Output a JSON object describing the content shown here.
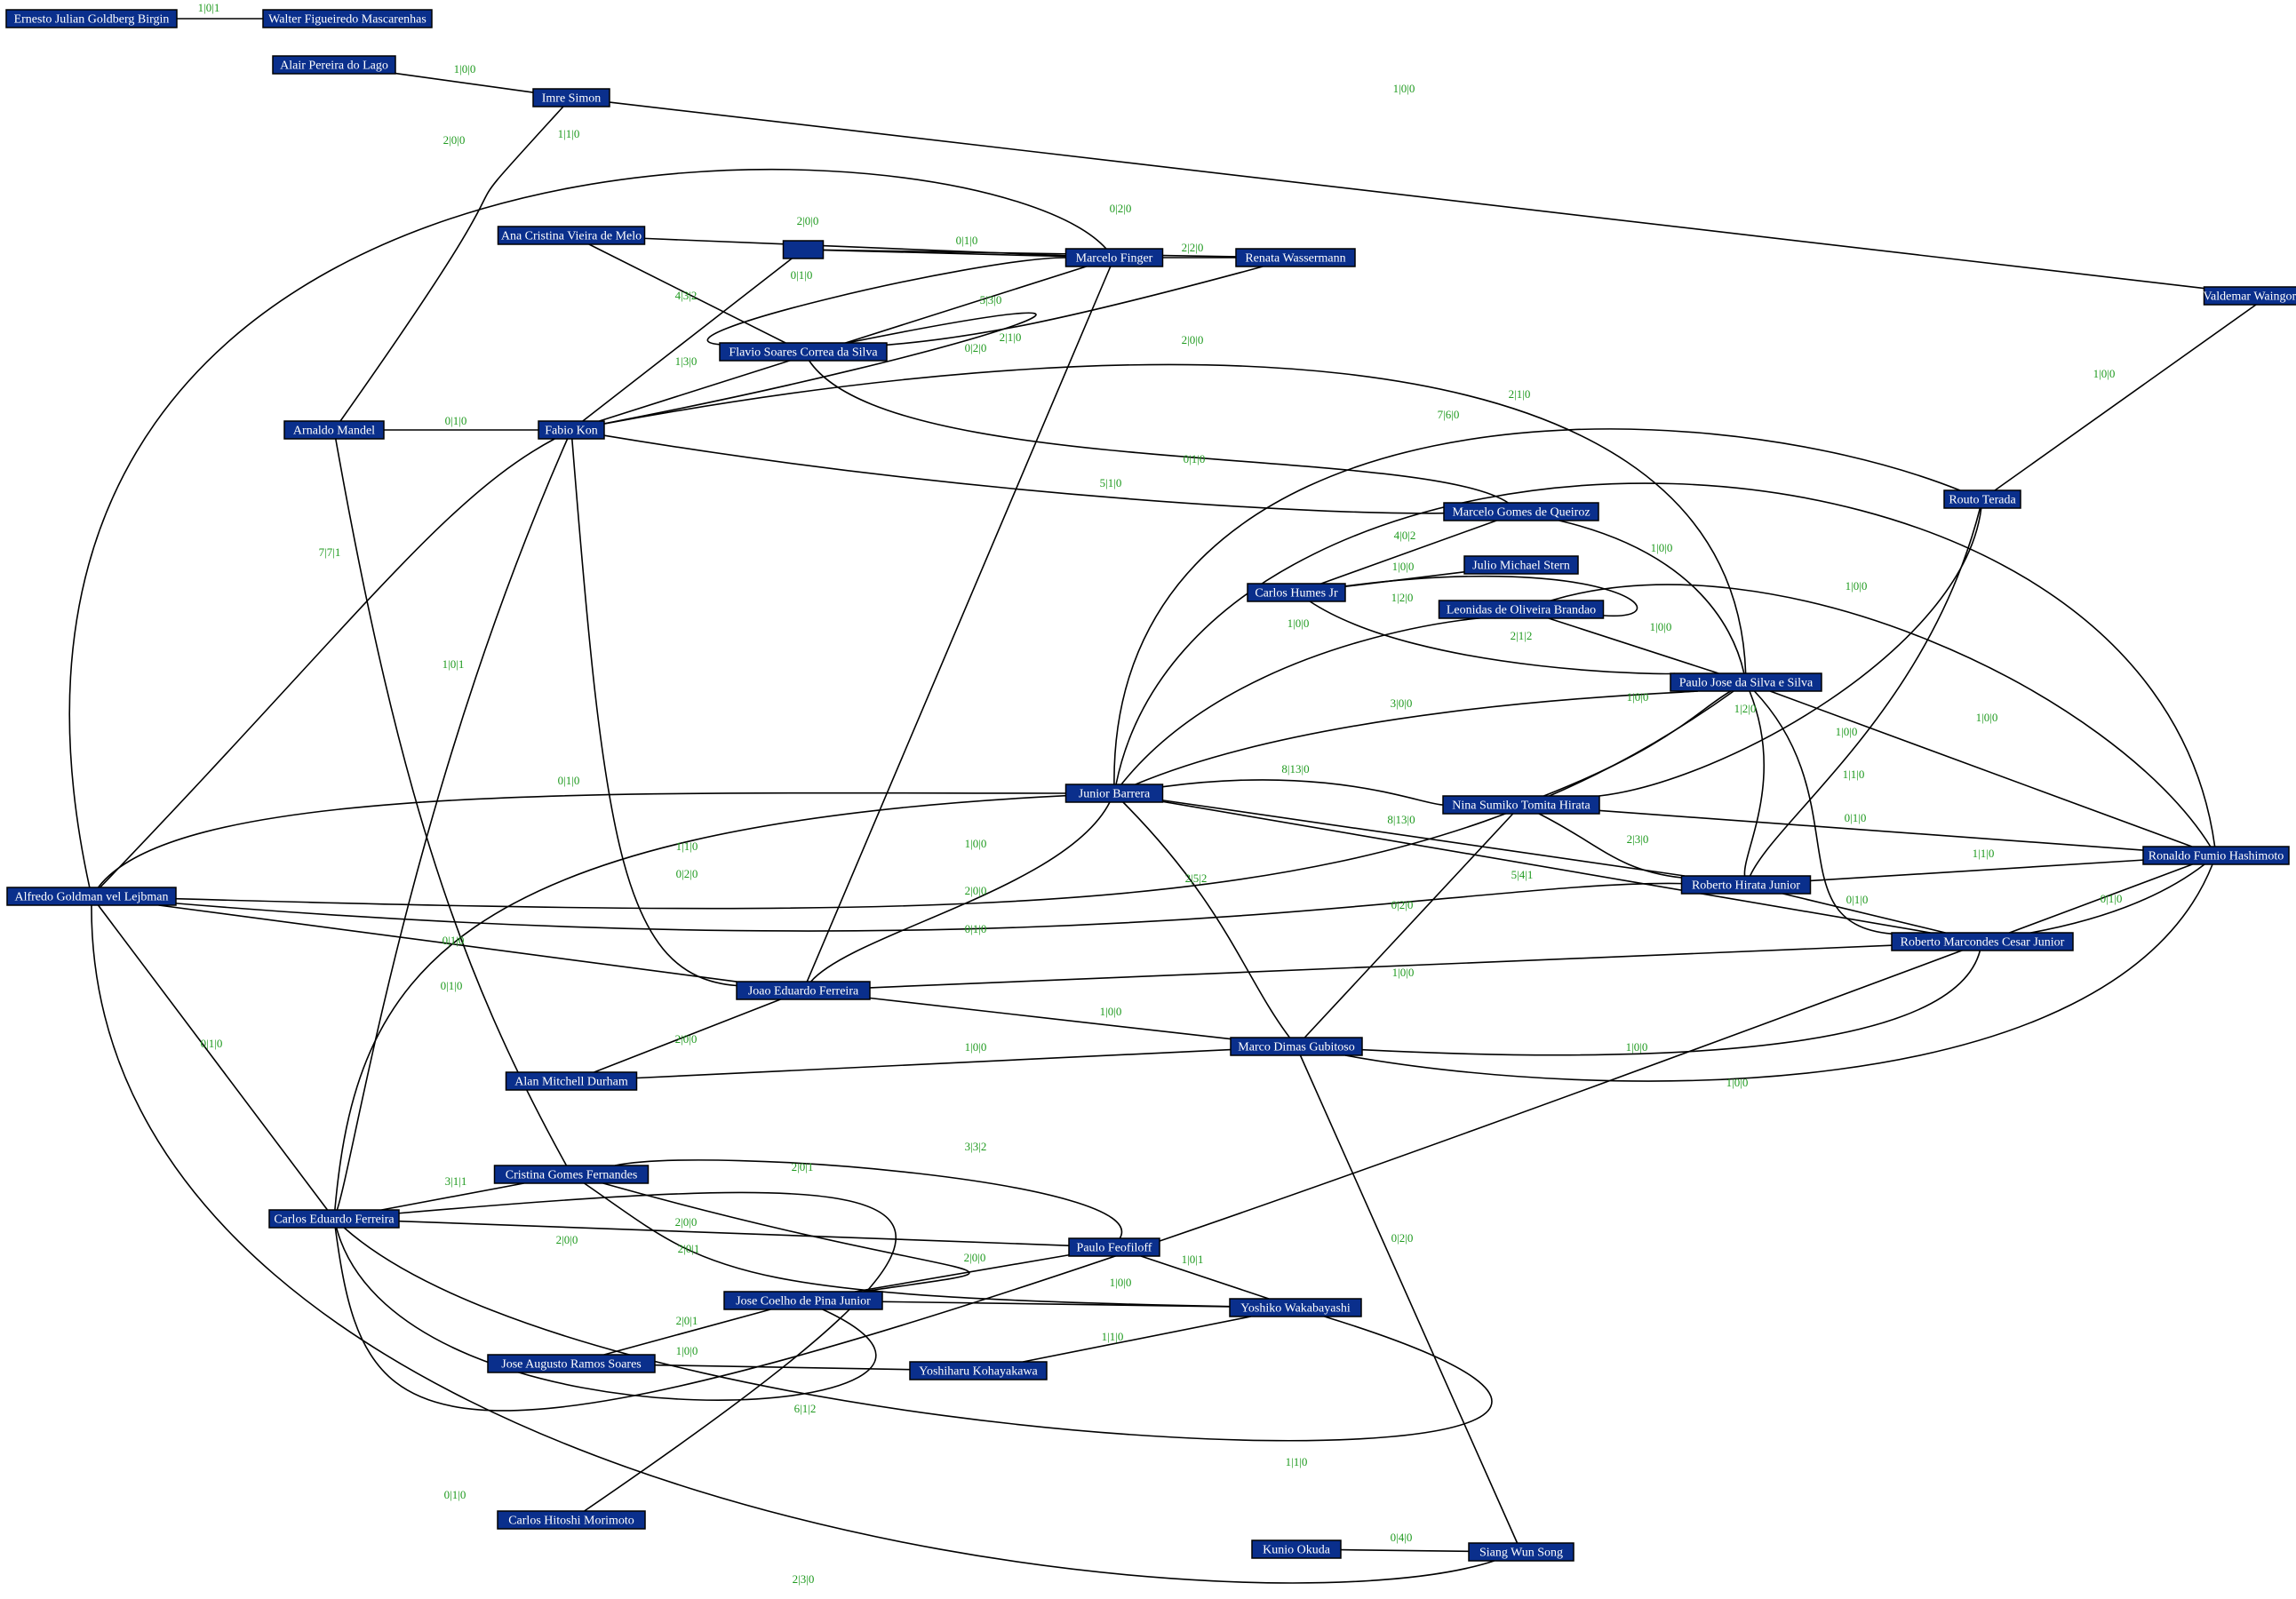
{
  "colors": {
    "node_fill": "#0a2f8c",
    "node_text": "#ffffff",
    "edge": "#000000",
    "edge_label": "#1f9a1f",
    "background": "#ffffff"
  },
  "nodes": [
    {
      "id": "ernesto",
      "label": "Ernesto Julian Goldberg Birgin"
    },
    {
      "id": "walter",
      "label": "Walter Figueiredo Mascarenhas"
    },
    {
      "id": "alair",
      "label": "Alair Pereira do Lago"
    },
    {
      "id": "imre",
      "label": "Imre Simon"
    },
    {
      "id": "valdemar",
      "label": "Valdemar Waingort Setzer"
    },
    {
      "id": "anacristina",
      "label": "Ana Cristina Vieira de Melo"
    },
    {
      "id": "unlabeled",
      "label": ""
    },
    {
      "id": "finger",
      "label": "Marcelo Finger"
    },
    {
      "id": "renata",
      "label": "Renata Wassermann"
    },
    {
      "id": "flavio",
      "label": "Flavio Soares Correa da Silva"
    },
    {
      "id": "arnaldo",
      "label": "Arnaldo Mandel"
    },
    {
      "id": "kon",
      "label": "Fabio Kon"
    },
    {
      "id": "routo",
      "label": "Routo Terada"
    },
    {
      "id": "queiroz",
      "label": "Marcelo Gomes de Queiroz"
    },
    {
      "id": "julio",
      "label": "Julio Michael Stern"
    },
    {
      "id": "humes",
      "label": "Carlos Humes Jr"
    },
    {
      "id": "leonidas",
      "label": "Leonidas de Oliveira Brandao"
    },
    {
      "id": "paulojose",
      "label": "Paulo Jose da Silva e Silva"
    },
    {
      "id": "barrera",
      "label": "Junior Barrera"
    },
    {
      "id": "nina",
      "label": "Nina Sumiko Tomita Hirata"
    },
    {
      "id": "ronaldo",
      "label": "Ronaldo Fumio Hashimoto"
    },
    {
      "id": "alfredo",
      "label": "Alfredo Goldman vel Lejbman"
    },
    {
      "id": "hirata",
      "label": "Roberto Hirata Junior"
    },
    {
      "id": "marcondes",
      "label": "Roberto Marcondes Cesar Junior"
    },
    {
      "id": "joaoeduardo",
      "label": "Joao Eduardo Ferreira"
    },
    {
      "id": "gubitoso",
      "label": "Marco Dimas Gubitoso"
    },
    {
      "id": "durham",
      "label": "Alan Mitchell Durham"
    },
    {
      "id": "cristina",
      "label": "Cristina Gomes Fernandes"
    },
    {
      "id": "carlosedu",
      "label": "Carlos Eduardo Ferreira"
    },
    {
      "id": "feofiloff",
      "label": "Paulo Feofiloff"
    },
    {
      "id": "coelho",
      "label": "Jose Coelho de Pina Junior"
    },
    {
      "id": "yoshiko",
      "label": "Yoshiko Wakabayashi"
    },
    {
      "id": "soares",
      "label": "Jose  Augusto Ramos Soares"
    },
    {
      "id": "yoshiharu",
      "label": "Yoshiharu Kohayakawa"
    },
    {
      "id": "morimoto",
      "label": "Carlos Hitoshi Morimoto"
    },
    {
      "id": "okuda",
      "label": "Kunio Okuda"
    },
    {
      "id": "siang",
      "label": "Siang Wun Song"
    }
  ],
  "edges": [
    {
      "from": "ernesto",
      "to": "walter",
      "label": "1|0|1"
    },
    {
      "from": "alair",
      "to": "imre",
      "label": "1|0|0"
    },
    {
      "from": "imre",
      "to": "valdemar",
      "label": "1|0|0"
    },
    {
      "from": "imre",
      "to": "arnaldo",
      "label": "2|0|0"
    },
    {
      "from": "alfredo",
      "to": "finger",
      "label": "1|1|0"
    },
    {
      "from": "anacristina",
      "to": "finger",
      "label": "2|0|0"
    },
    {
      "from": "anacristina",
      "to": "flavio",
      "label": "4|3|2"
    },
    {
      "from": "unlabeled",
      "to": "renata",
      "label": "0|2|0"
    },
    {
      "from": "unlabeled",
      "to": "finger",
      "label": "0|1|0"
    },
    {
      "from": "kon",
      "to": "unlabeled",
      "label": "0|1|0"
    },
    {
      "from": "kon",
      "to": "finger",
      "label": "2|2|0"
    },
    {
      "from": "finger",
      "to": "renata",
      "label": "5|3|0"
    },
    {
      "from": "flavio",
      "to": "finger",
      "label": "2|1|0"
    },
    {
      "from": "flavio",
      "to": "renata",
      "label": "0|2|0"
    },
    {
      "from": "kon",
      "to": "flavio",
      "label": "1|3|0"
    },
    {
      "from": "kon",
      "to": "paulojose",
      "label": "2|0|0"
    },
    {
      "from": "arnaldo",
      "to": "kon",
      "label": "0|1|0"
    },
    {
      "from": "flavio",
      "to": "queiroz",
      "label": "0|1|0"
    },
    {
      "from": "kon",
      "to": "queiroz",
      "label": "5|1|0"
    },
    {
      "from": "barrera",
      "to": "routo",
      "label": "2|1|0"
    },
    {
      "from": "barrera",
      "to": "ronaldo",
      "label": "7|6|0"
    },
    {
      "from": "alfredo",
      "to": "kon",
      "label": "7|7|1"
    },
    {
      "from": "humes",
      "to": "queiroz",
      "label": "4|0|2"
    },
    {
      "from": "humes",
      "to": "julio",
      "label": "1|0|0"
    },
    {
      "from": "humes",
      "to": "leonidas",
      "label": "1|2|0"
    },
    {
      "from": "humes",
      "to": "paulojose",
      "label": "2|1|2"
    },
    {
      "from": "leonidas",
      "to": "ronaldo",
      "label": "1|0|0"
    },
    {
      "from": "leonidas",
      "to": "paulojose",
      "label": "1|0|0"
    },
    {
      "from": "queiroz",
      "to": "paulojose",
      "label": "1|0|0"
    },
    {
      "from": "barrera",
      "to": "leonidas",
      "label": "1|0|0"
    },
    {
      "from": "arnaldo",
      "to": "cristina",
      "label": "1|0|1"
    },
    {
      "from": "barrera",
      "to": "paulojose",
      "label": "3|0|0"
    },
    {
      "from": "nina",
      "to": "paulojose",
      "label": "1|0|0"
    },
    {
      "from": "paulojose",
      "to": "hirata",
      "label": "1|2|0"
    },
    {
      "from": "paulojose",
      "to": "ronaldo",
      "label": "1|0|0"
    },
    {
      "from": "paulojose",
      "to": "marcondes",
      "label": "1|1|0"
    },
    {
      "from": "routo",
      "to": "valdemar",
      "label": "1|0|0"
    },
    {
      "from": "routo",
      "to": "nina",
      "label": "1|0|0"
    },
    {
      "from": "routo",
      "to": "hirata",
      "label": ""
    },
    {
      "from": "alfredo",
      "to": "barrera",
      "label": "0|1|0"
    },
    {
      "from": "barrera",
      "to": "nina",
      "label": "8|13|0"
    },
    {
      "from": "barrera",
      "to": "hirata",
      "label": "8|13|0"
    },
    {
      "from": "barrera",
      "to": "marcondes",
      "label": "5|4|1"
    },
    {
      "from": "barrera",
      "to": "gubitoso",
      "label": "2|5|2"
    },
    {
      "from": "barrera",
      "to": "joaoeduardo",
      "label": "1|0|0"
    },
    {
      "from": "carlosedu",
      "to": "barrera",
      "label": "1|1|0"
    },
    {
      "from": "nina",
      "to": "hirata",
      "label": "2|3|0"
    },
    {
      "from": "nina",
      "to": "ronaldo",
      "label": "0|1|0"
    },
    {
      "from": "nina",
      "to": "gubitoso",
      "label": "0|2|0"
    },
    {
      "from": "hirata",
      "to": "ronaldo",
      "label": "1|1|0"
    },
    {
      "from": "hirata",
      "to": "marcondes",
      "label": "0|1|0"
    },
    {
      "from": "marcondes",
      "to": "ronaldo",
      "label": "0|1|0"
    },
    {
      "from": "alfredo",
      "to": "paulojose",
      "label": "2|0|0"
    },
    {
      "from": "alfredo",
      "to": "hirata",
      "label": "0|1|0"
    },
    {
      "from": "alfredo",
      "to": "joaoeduardo",
      "label": "0|1|0"
    },
    {
      "from": "alfredo",
      "to": "carlosedu",
      "label": "0|1|0"
    },
    {
      "from": "alfredo",
      "to": "siang",
      "label": "2|3|0"
    },
    {
      "from": "kon",
      "to": "joaoeduardo",
      "label": "0|2|0"
    },
    {
      "from": "kon",
      "to": "carlosedu",
      "label": "0|1|0"
    },
    {
      "from": "finger",
      "to": "joaoeduardo",
      "label": ""
    },
    {
      "from": "joaoeduardo",
      "to": "marcondes",
      "label": "1|0|0"
    },
    {
      "from": "joaoeduardo",
      "to": "gubitoso",
      "label": "1|0|0"
    },
    {
      "from": "durham",
      "to": "joaoeduardo",
      "label": "2|0|0"
    },
    {
      "from": "durham",
      "to": "gubitoso",
      "label": "1|0|0"
    },
    {
      "from": "gubitoso",
      "to": "marcondes",
      "label": "1|0|0"
    },
    {
      "from": "gubitoso",
      "to": "ronaldo",
      "label": "1|0|0"
    },
    {
      "from": "gubitoso",
      "to": "siang",
      "label": "0|2|0"
    },
    {
      "from": "carlosedu",
      "to": "cristina",
      "label": "3|1|1"
    },
    {
      "from": "carlosedu",
      "to": "feofiloff",
      "label": "2|0|0"
    },
    {
      "from": "carlosedu",
      "to": "coelho",
      "label": "2|0|0"
    },
    {
      "from": "carlosedu",
      "to": "yoshiko",
      "label": "6|1|2"
    },
    {
      "from": "carlosedu",
      "to": "ronaldo",
      "label": "1|1|0"
    },
    {
      "from": "carlosedu",
      "to": "morimoto",
      "label": "0|1|0"
    },
    {
      "from": "cristina",
      "to": "feofiloff",
      "label": "2|0|1"
    },
    {
      "from": "cristina",
      "to": "yoshiko",
      "label": "3|3|2"
    },
    {
      "from": "cristina",
      "to": "coelho",
      "label": "2|0|1"
    },
    {
      "from": "coelho",
      "to": "feofiloff",
      "label": "2|0|0"
    },
    {
      "from": "coelho",
      "to": "yoshiko",
      "label": "1|0|0"
    },
    {
      "from": "feofiloff",
      "to": "yoshiko",
      "label": "1|0|1"
    },
    {
      "from": "soares",
      "to": "coelho",
      "label": "2|0|1"
    },
    {
      "from": "soares",
      "to": "yoshiharu",
      "label": "1|0|0"
    },
    {
      "from": "yoshiharu",
      "to": "yoshiko",
      "label": "1|1|0"
    },
    {
      "from": "okuda",
      "to": "siang",
      "label": "0|4|0"
    }
  ]
}
